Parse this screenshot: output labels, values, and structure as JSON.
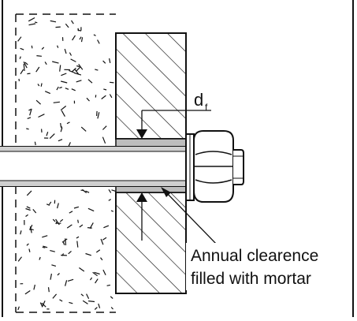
{
  "labels": {
    "dimension_symbol": "d",
    "dimension_subscript": "f",
    "annotation_line1": "Annual clearence",
    "annotation_line2": "filled with mortar"
  },
  "colors": {
    "line": "#111111",
    "mortar": "#bdbdbd",
    "background": "#ffffff"
  }
}
